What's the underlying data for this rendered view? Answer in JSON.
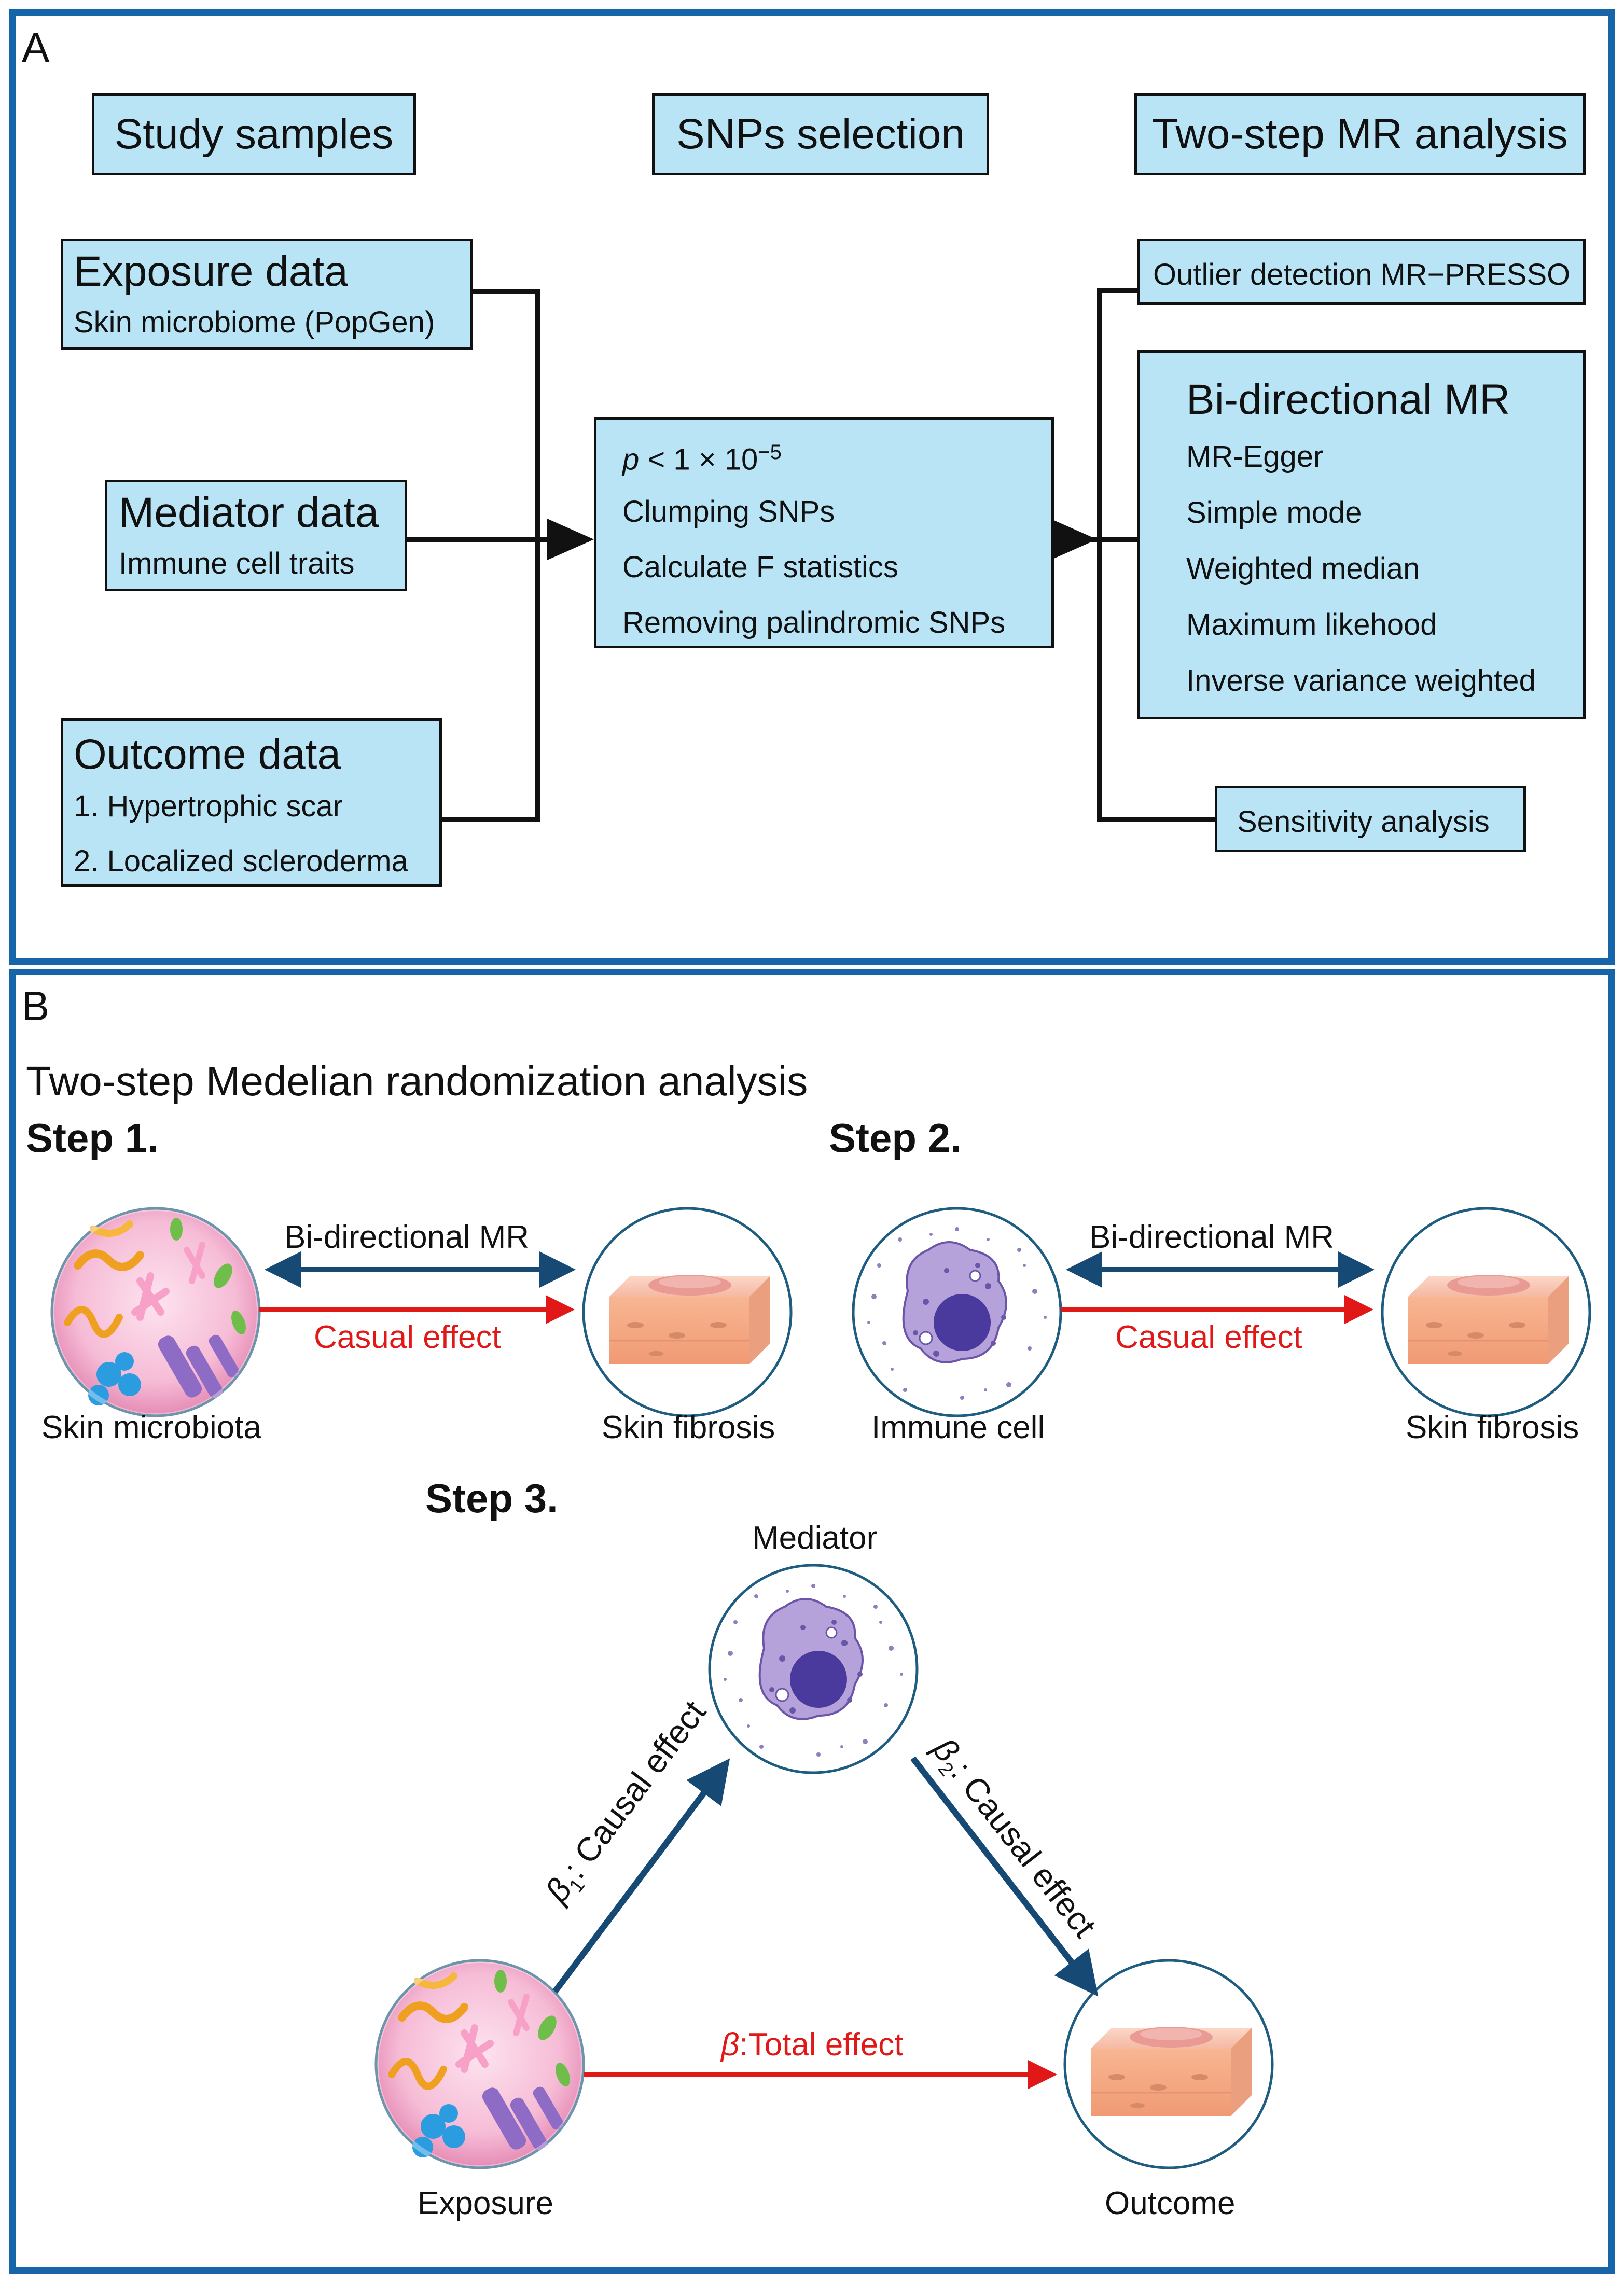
{
  "panel_a": {
    "letter": "A",
    "headers": {
      "study_samples": "Study samples",
      "snps_selection": "SNPs selection",
      "mr_analysis": "Two-step MR analysis"
    },
    "exposure": {
      "title": "Exposure data",
      "sub": "Skin microbiome (PopGen)"
    },
    "mediator": {
      "title": "Mediator data",
      "sub": "Immune cell traits"
    },
    "outcome": {
      "title": "Outcome data",
      "items": [
        "1. Hypertrophic scar",
        "2. Localized scleroderma"
      ]
    },
    "selection": {
      "threshold_p": "p",
      "threshold_rest": "< 1 × 10",
      "threshold_exp": "−5",
      "steps": [
        "Clumping SNPs",
        "Calculate F statistics",
        "Removing palindromic SNPs"
      ]
    },
    "outlier": "Outlier detection MR−PRESSO",
    "bidirectional": {
      "title": "Bi-directional MR",
      "methods": [
        "MR-Egger",
        "Simple mode",
        "Weighted median",
        "Maximum likehood",
        "Inverse variance weighted"
      ]
    },
    "sensitivity": "Sensitivity analysis"
  },
  "panel_b": {
    "letter": "B",
    "title": "Two-step Medelian randomization analysis",
    "step1": {
      "label": "Step 1.",
      "arrow_top": "Bi-directional MR",
      "arrow_bottom": "Casual effect",
      "left_caption": "Skin microbiota",
      "right_caption": "Skin fibrosis"
    },
    "step2": {
      "label": "Step 2.",
      "arrow_top": "Bi-directional MR",
      "arrow_bottom": "Casual effect",
      "left_caption": "Immune cell",
      "right_caption": "Skin fibrosis"
    },
    "step3": {
      "label": "Step 3.",
      "mediator": "Mediator",
      "exposure": "Exposure",
      "outcome": "Outcome",
      "beta1_symbol": "β",
      "beta1_sub": "1",
      "beta1_text": ": Causal effect",
      "beta2_symbol": "β",
      "beta2_sub": "2",
      "beta2_text": ": Causal effect",
      "total_symbol": "β",
      "total_text": ":Total effect"
    }
  },
  "colors": {
    "frame": "#1565a8",
    "box_fill": "#b9e4f6",
    "arrow_blue": "#164a74",
    "arrow_red": "#e01818"
  }
}
